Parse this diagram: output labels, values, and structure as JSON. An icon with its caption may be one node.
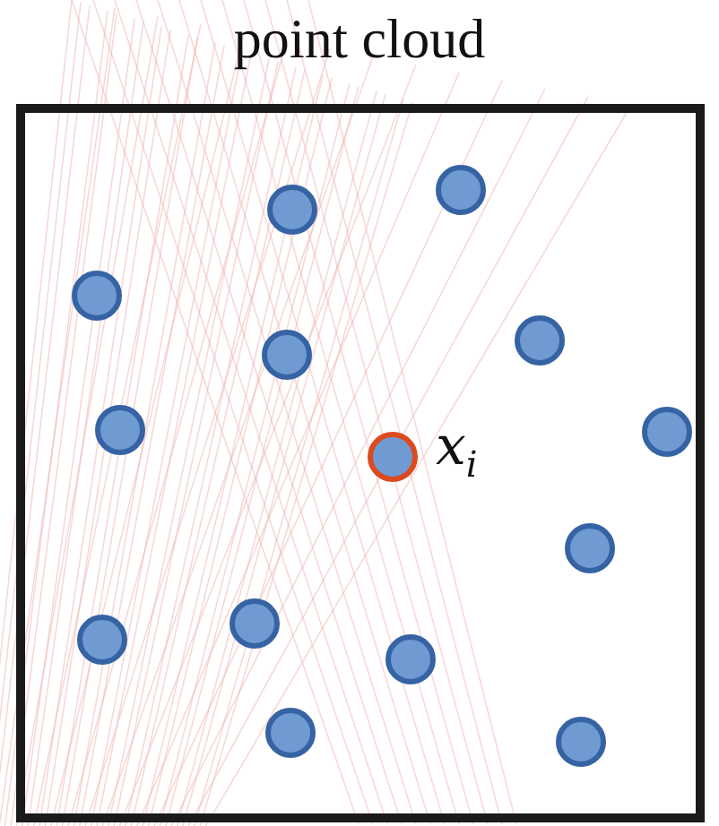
{
  "diagram": {
    "nodes": [
      {
        "text": [
          "point cloud"
        ]
      },
      {
        "text": [],
        "shape": "circle",
        "in": 0
      },
      {
        "text": [],
        "shape": "circle",
        "in": 0
      },
      {
        "text": [],
        "shape": "circle",
        "in": 0
      },
      {
        "text": [],
        "shape": "circle",
        "in": 0
      },
      {
        "text": [],
        "shape": "circle",
        "in": 0
      },
      {
        "text": [],
        "shape": "circle",
        "in": 0
      },
      {
        "text": [],
        "shape": "circle",
        "in": 0
      },
      {
        "text": [],
        "shape": "circle",
        "in": 0,
        "beside": [
          "x$_{i}$"
        ]
      },
      {
        "text": [],
        "shape": "circle",
        "in": 0
      },
      {
        "text": [],
        "shape": "circle",
        "in": 0
      },
      {
        "text": [],
        "shape": "circle",
        "in": 0
      },
      {
        "text": [],
        "shape": "circle",
        "in": 0
      },
      {
        "text": [],
        "shape": "circle",
        "in": 0
      },
      {
        "text": [],
        "shape": "circle",
        "in": 0
      }
    ]
  }
}
